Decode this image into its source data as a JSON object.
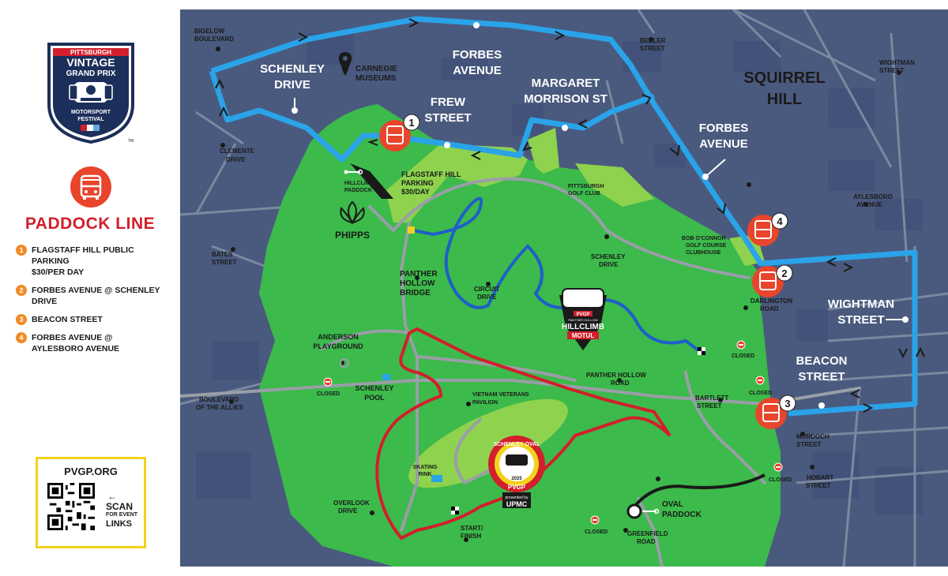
{
  "logo": {
    "line1": "PITTSBURGH",
    "line2": "VINTAGE",
    "line3": "GRAND PRIX",
    "line4": "MOTORSPORT",
    "line5": "FESTIVAL",
    "tm": "TM"
  },
  "legend": {
    "icon": "bus-icon",
    "title": "PADDOCK LINE",
    "accent": "#e8452c",
    "items": [
      {
        "num": "1",
        "line1": "FLAGSTAFF HILL PUBLIC PARKING",
        "line2": "$30/PER DAY"
      },
      {
        "num": "2",
        "line1": "FORBES AVENUE @ SCHENLEY DRIVE",
        "line2": ""
      },
      {
        "num": "3",
        "line1": "BEACON STREET",
        "line2": ""
      },
      {
        "num": "4",
        "line1": "FORBES AVENUE @",
        "line2": "AYLESBORO AVENUE"
      }
    ]
  },
  "qr": {
    "url": "PVGP.ORG",
    "arrow": "←",
    "scan": "SCAN",
    "for_event": "FOR EVENT",
    "links": "LINKS",
    "border_color": "#f2d21b"
  },
  "map": {
    "colors": {
      "street_bg": "#4a5a7e",
      "park": "#3cba4b",
      "light_green": "#8ed24e",
      "route": "#2aa3e8",
      "circuit_red": "#d21f2b",
      "circuit_blue": "#1f5fc8",
      "road": "#9a9ea8"
    },
    "streets": {
      "bigelow": "BIGELOW",
      "bigelow2": "BOULEVARD",
      "schenley_drive_top": "SCHENLEY",
      "schenley_drive_top2": "DRIVE",
      "carnegie": "CARNEGIE",
      "carnegie2": "MUSEUMS",
      "forbes_top": "FORBES",
      "forbes_top2": "AVENUE",
      "beeler": "BEELER",
      "beeler2": "STREET",
      "wightman_top": "WIGHTMAN",
      "wightman_top2": "STREET",
      "squirrel": "SQUIRREL",
      "squirrel2": "HILL",
      "margaret": "MARGARET",
      "margaret2": "MORRISON ST",
      "frew": "FREW",
      "frew2": "STREET",
      "forbes_right": "FORBES",
      "forbes_right2": "AVENUE",
      "clemente": "CLEMENTE",
      "clemente2": "DRIVE",
      "hillclimb_paddock": "HILLCLIMB",
      "hillclimb_paddock2": "PADDOCK",
      "flagstaff": "FLAGSTAFF HILL",
      "flagstaff2": "PARKING",
      "flagstaff3": "$30/DAY",
      "golf": "PITTSBURGH",
      "golf2": "GOLF CLUB",
      "aylesboro": "AYLESBORO",
      "aylesboro2": "AVENUE",
      "phipps": "PHIPPS",
      "bob": "BOB O'CONNOR",
      "bob2": "GOLF COURSE",
      "bob3": "CLUBHOUSE",
      "bates": "BATES",
      "bates2": "STREET",
      "panther_bridge": "PANTHER",
      "panther_bridge2": "HOLLOW",
      "panther_bridge3": "BRIDGE",
      "schenley_drive_mid": "SCHENLEY",
      "schenley_drive_mid2": "DRIVE",
      "circuit": "CIRCUIT",
      "circuit2": "DRIVE",
      "darlington": "DARLINGTON",
      "darlington2": "ROAD",
      "wightman_right": "WIGHTMAN",
      "wightman_right2": "STREET",
      "anderson": "ANDERSON",
      "anderson2": "PLAYGROUND",
      "closed": "CLOSED",
      "beacon": "BEACON",
      "beacon2": "STREET",
      "boulevard": "BOULEVARD",
      "boulevard2": "OF THE ALLIES",
      "schenley_pool": "SCHENLEY",
      "schenley_pool2": "POOL",
      "panther_road": "PANTHER HOLLOW",
      "panther_road2": "ROAD",
      "vietnam": "VIETNAM VETERANS",
      "vietnam2": "PAVILION",
      "bartlett": "BARTLETT",
      "bartlett2": "STREET",
      "murdoch": "MURDOCH",
      "murdoch2": "STREET",
      "skating": "SKATING",
      "skating2": "RINK",
      "hobart": "HOBART",
      "hobart2": "STREET",
      "overlook": "OVERLOOK",
      "overlook2": "DRIVE",
      "oval_paddock": "OVAL",
      "oval_paddock2": "PADDOCK",
      "start": "START/",
      "start2": "FINISH",
      "greenfield": "GREENFIELD",
      "greenfield2": "ROAD"
    },
    "badges": {
      "hillclimb_top": "PVGP",
      "hillclimb_mid": "PANTHER HOLLOW",
      "hillclimb_main": "HILLCLIMB",
      "hillclimb_sponsor": "MOTUL",
      "oval_top": "SCHENLEY OVAL",
      "oval_mid": "PVGP",
      "oval_year": "2025",
      "oval_presented": "presented by",
      "oval_sponsor": "UPMC"
    },
    "stops": [
      "1",
      "2",
      "3",
      "4"
    ]
  }
}
